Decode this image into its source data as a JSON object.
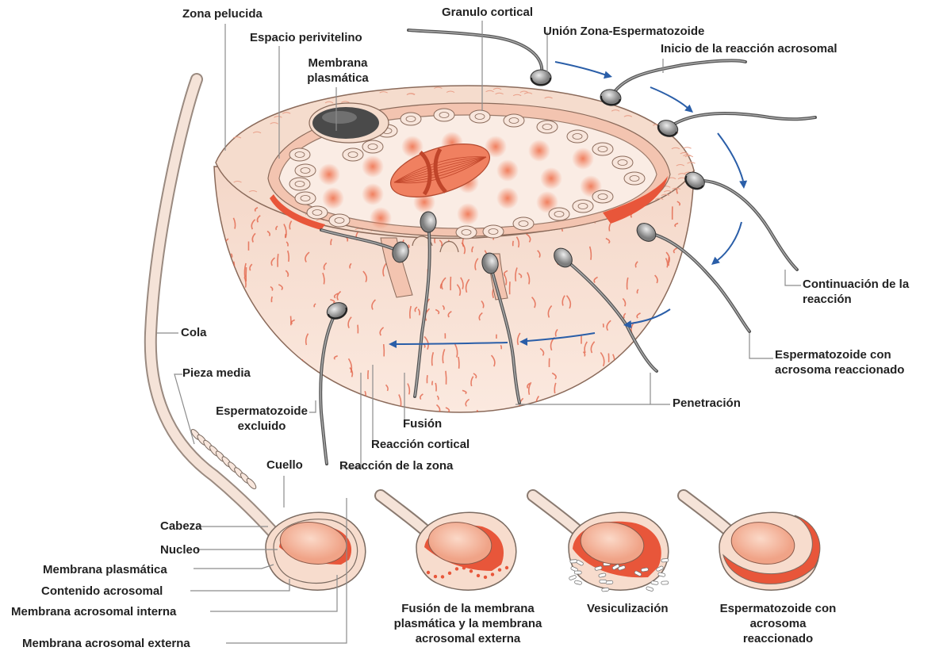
{
  "labels": {
    "zona_pelucida": "Zona pelucida",
    "espacio_perivitelino": "Espacio perivitelino",
    "membrana_plasmatica_ovocito": [
      "Membrana",
      "plasmática"
    ],
    "granulo_cortical": "Granulo cortical",
    "union_zona_espermatozoide": "Unión Zona-Espermatozoide",
    "inicio_reaccion_acrosomal": "Inicio de la reacción acrosomal",
    "continuacion_reaccion": [
      "Continuación de la",
      "reacción"
    ],
    "espermatozoide_acrosoma_reaccionado": [
      "Espermatozoide con",
      "acrosoma reaccionado"
    ],
    "penetracion": "Penetración",
    "cola": "Cola",
    "pieza_media": "Pieza media",
    "espermatozoide_excluido": [
      "Espermatozoide",
      "excluido"
    ],
    "fusion": "Fusión",
    "reaccion_cortical": "Reacción cortical",
    "reaccion_zona": "Reacción de la zona",
    "cuello": "Cuello",
    "cabeza": "Cabeza",
    "nucleo": "Nucleo",
    "membrana_plasmatica": "Membrana plasmática",
    "contenido_acrosomal": "Contenido acrosomal",
    "membrana_acrosomal_interna": "Membrana acrosomal interna",
    "membrana_acrosomal_externa": "Membrana acrosomal externa"
  },
  "stages": {
    "fusion_membranas": [
      "Fusión de la membrana",
      "plasmática y la membrana",
      "acrosomal externa"
    ],
    "vesiculizacion": "Vesiculización",
    "espermatozoide_reaccionado": [
      "Espermatozoide con",
      "acrosoma",
      "reaccionado"
    ]
  },
  "colors": {
    "zona_fill": "#f7ddd0",
    "zona_texture": "#e2644a",
    "inner_fill": "#f8e8e0",
    "granule_spot": "#f28a6a",
    "arrow": "#2a5ea8",
    "sperm_head": "#9a9a9a",
    "acrosome": "#e8563a",
    "line": "#888888"
  }
}
